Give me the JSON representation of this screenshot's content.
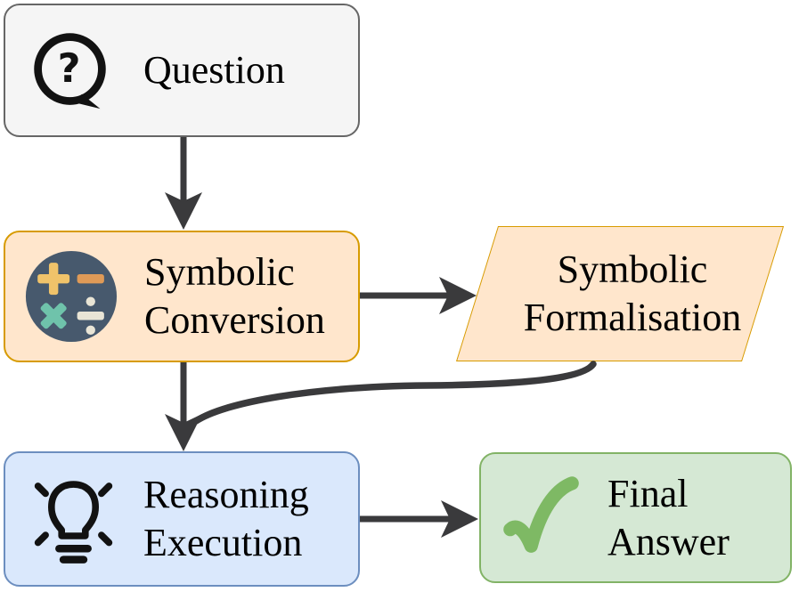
{
  "diagram": {
    "type": "flowchart",
    "description": "Symbolic reasoning pipeline flowchart"
  },
  "nodes": {
    "question": {
      "label": "Question",
      "shape": "rounded-rect",
      "icon": "question-speech-bubble-icon",
      "fill": "#f5f5f5",
      "stroke": "#666666"
    },
    "symbolic_conversion": {
      "label": "Symbolic\nConversion",
      "shape": "rounded-rect",
      "icon": "math-operations-icon",
      "fill": "#ffe6cc",
      "stroke": "#d79b00"
    },
    "symbolic_formalisation": {
      "label": "Symbolic\nFormalisation",
      "shape": "parallelogram",
      "icon": null,
      "fill": "#ffe6cc",
      "stroke": "#d79b00"
    },
    "reasoning_execution": {
      "label": "Reasoning\nExecution",
      "shape": "rounded-rect",
      "icon": "lightbulb-icon",
      "fill": "#dae8fc",
      "stroke": "#6c8ebf"
    },
    "final_answer": {
      "label": "Final\nAnswer",
      "shape": "rounded-rect",
      "icon": "checkmark-icon",
      "fill": "#d5e8d4",
      "stroke": "#82b366"
    }
  },
  "edges": [
    {
      "from": "question",
      "to": "symbolic_conversion",
      "style": "straight-down-arrow"
    },
    {
      "from": "symbolic_conversion",
      "to": "symbolic_formalisation",
      "style": "straight-right-arrow"
    },
    {
      "from": "symbolic_conversion",
      "to": "reasoning_execution",
      "style": "straight-down-arrow"
    },
    {
      "from": "symbolic_formalisation",
      "to": "reasoning_execution",
      "style": "curved-merge-into-down-arrow"
    },
    {
      "from": "reasoning_execution",
      "to": "final_answer",
      "style": "straight-right-arrow"
    }
  ],
  "palette": {
    "arrow": "#3a3a3c",
    "question_fill": "#f5f5f5",
    "question_stroke": "#666666",
    "orange_fill": "#ffe6cc",
    "orange_stroke": "#d79b00",
    "blue_fill": "#dae8fc",
    "blue_stroke": "#6c8ebf",
    "green_fill": "#d5e8d4",
    "green_stroke": "#82b366",
    "math_circle": "#47596d",
    "math_plus": "#f0c36a",
    "math_minus": "#df9a57",
    "math_times": "#6fc3ab",
    "math_divide": "#e9e5d6",
    "check": "#7eb964",
    "icon_black": "#121212"
  }
}
